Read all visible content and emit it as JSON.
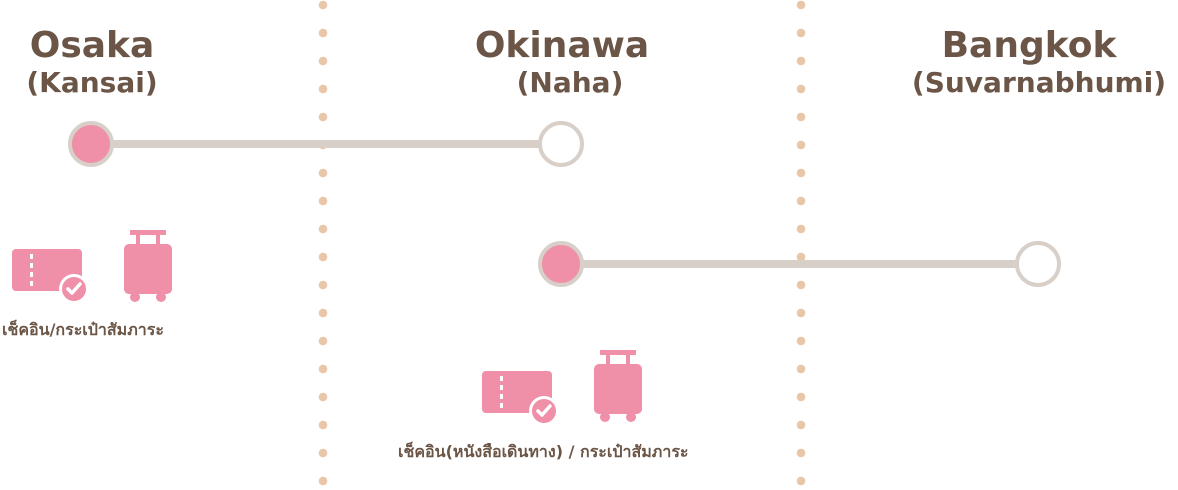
{
  "colors": {
    "accent": "#f08fa8",
    "track": "#d8cfc9",
    "text": "#6b5547",
    "divider": "#e8c6a8"
  },
  "stations": [
    {
      "name": "Osaka",
      "airport": "(Kansai)"
    },
    {
      "name": "Okinawa",
      "airport": "(Naha)"
    },
    {
      "name": "Bangkok",
      "airport": "(Suvarnabhumi)"
    }
  ],
  "legs": [
    {
      "from": "Osaka",
      "to": "Okinawa",
      "icons": [
        "checkin-ticket-icon",
        "luggage-icon"
      ],
      "caption": "เช็คอิน/กระเป๋าสัมภาระ"
    },
    {
      "from": "Okinawa",
      "to": "Bangkok",
      "icons": [
        "checkin-ticket-icon",
        "luggage-icon"
      ],
      "caption": "เช็คอิน(หนังสือเดินทาง) / กระเป๋าสัมภาระ"
    }
  ]
}
